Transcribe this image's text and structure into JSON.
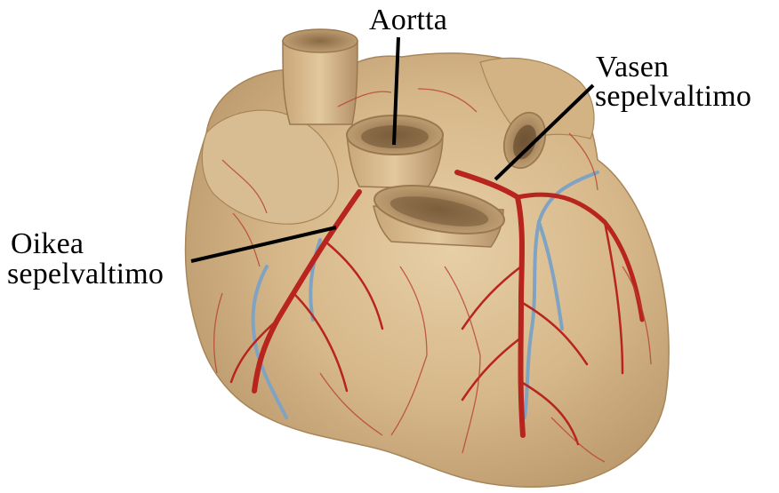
{
  "labels": {
    "aorta": "Aortta",
    "left_coronary_line1": "Vasen",
    "left_coronary_line2": "sepelvaltimo",
    "right_coronary_line1": "Oikea",
    "right_coronary_line2": "sepelvaltimo"
  },
  "colors": {
    "background": "#ffffff",
    "heart_tissue": "#d8b98c",
    "artery": "#b8241e",
    "vein": "#7fa3c2",
    "leader_line": "#000000"
  }
}
